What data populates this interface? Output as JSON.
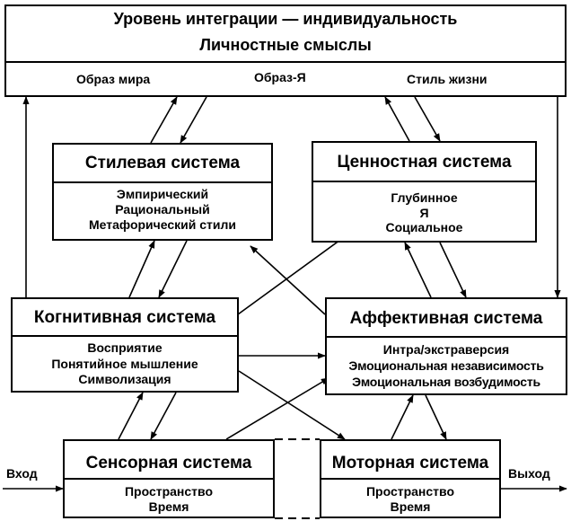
{
  "top": {
    "title": "Уровень интеграции — индивидуальность",
    "subtitle": "Личностные смыслы",
    "items": [
      "Образ мира",
      "Образ-Я",
      "Стиль жизни"
    ]
  },
  "stylistic": {
    "title": "Стилевая система",
    "lines": [
      "Эмпирический",
      "Рациональный",
      "Метафорический стили"
    ]
  },
  "value": {
    "title": "Ценностная система",
    "lines": [
      "Глубинное",
      "Я",
      "Социальное"
    ]
  },
  "cognitive": {
    "title": "Когнитивная система",
    "lines": [
      "Восприятие",
      "Понятийное мышление",
      "Символизация"
    ]
  },
  "affective": {
    "title": "Аффективная система",
    "lines": [
      "Интра/экстраверсия",
      "Эмоциональная независимость",
      "Эмоциональная возбудимость"
    ]
  },
  "sensory": {
    "title": "Сенсорная система",
    "lines": [
      "Пространство",
      "Время"
    ]
  },
  "motor": {
    "title": "Моторная система",
    "lines": [
      "Пространство",
      "Время"
    ]
  },
  "io": {
    "input": "Вход",
    "output": "Выход"
  }
}
